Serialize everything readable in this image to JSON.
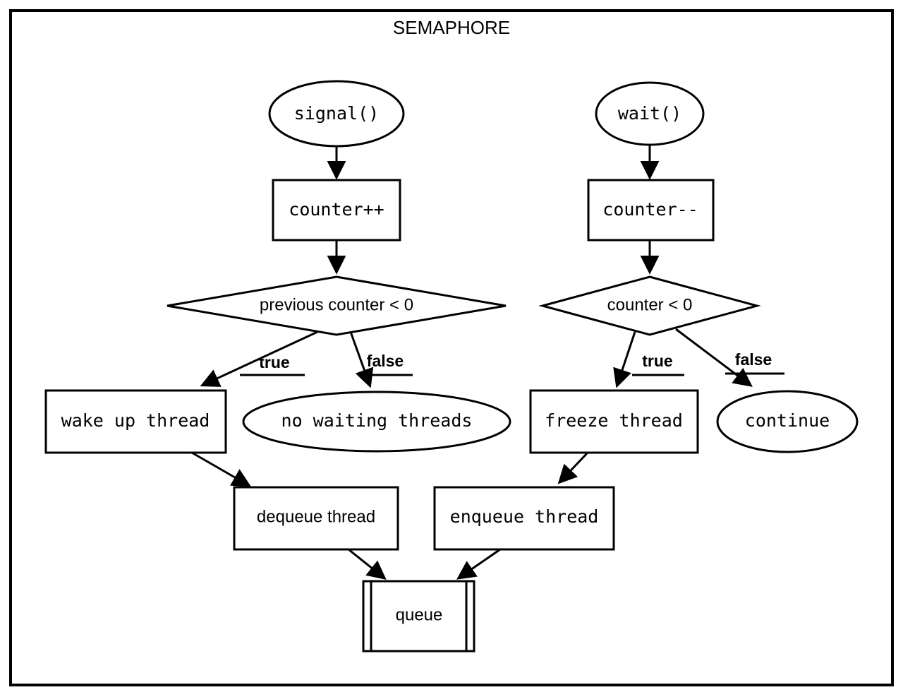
{
  "diagram": {
    "title": "SEMAPHORE",
    "type": "flowchart",
    "branches": [
      {
        "name": "signal",
        "entry": "signal()",
        "steps": [
          "counter++"
        ],
        "decision": "previous counter < 0",
        "true_label": "true",
        "false_label": "false",
        "true_target": "wake up thread",
        "false_target": "no waiting threads",
        "follow_up": "dequeue thread"
      },
      {
        "name": "wait",
        "entry": "wait()",
        "steps": [
          "counter--"
        ],
        "decision": "counter < 0",
        "true_label": "true",
        "false_label": "false",
        "true_target": "freeze thread",
        "false_target": "continue",
        "follow_up": "enqueue thread"
      }
    ],
    "shared_store": "queue",
    "nodes": {
      "signal": "signal()",
      "wait": "wait()",
      "counter_inc": "counter++",
      "counter_dec": "counter--",
      "decision_prev": "previous counter < 0",
      "decision_counter": "counter < 0",
      "wake_up_thread": "wake up thread",
      "no_waiting_threads": "no waiting threads",
      "freeze_thread": "freeze thread",
      "continue_node": "continue",
      "dequeue_thread": "dequeue thread",
      "enqueue_thread": "enqueue thread",
      "queue": "queue"
    },
    "edge_labels": {
      "signal_true": "true",
      "signal_false": "false",
      "wait_true": "true",
      "wait_false": "false"
    },
    "colors": {
      "stroke": "#000000",
      "fill": "#ffffff",
      "background": "#ffffff"
    }
  }
}
